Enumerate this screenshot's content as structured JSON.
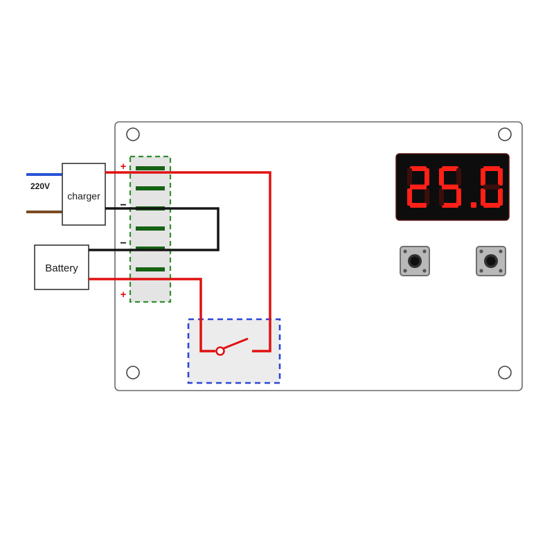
{
  "diagram": {
    "title": "battery-charger-module-wiring-diagram",
    "labels": {
      "supply_voltage": "220V",
      "charger": "charger",
      "battery": "Battery",
      "terminal_plus_top": "+",
      "terminal_minus_top": "−",
      "terminal_minus_bottom": "−",
      "terminal_plus_bottom": "+"
    },
    "display": {
      "value": "25.0"
    },
    "colors": {
      "wire_red": "#e01010",
      "wire_black": "#161616",
      "wire_blue": "#2753d6",
      "wire_brown": "#7a4a22",
      "terminal_green": "#2f8f2f",
      "terminal_bar_green": "#156315",
      "relay_blue": "#2a46d4",
      "display_lit": "#ff2018",
      "display_unlit": "#3c0f0c",
      "display_bg": "#0d0d0d",
      "board_border": "#6a6a6a",
      "button_gray": "#b9b9b9"
    }
  }
}
